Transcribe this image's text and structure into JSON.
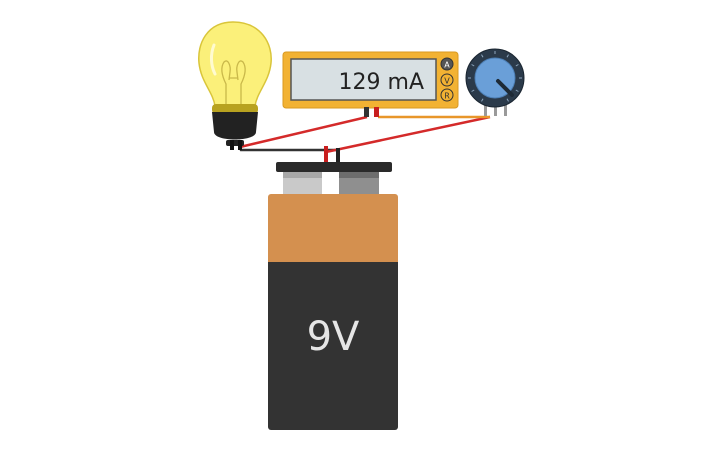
{
  "multimeter": {
    "reading": "129 mA",
    "modes": [
      "A",
      "V",
      "R"
    ],
    "active_mode": "A",
    "body_color": "#f2b233",
    "screen_color": "#d8e0e3"
  },
  "battery": {
    "label": "9V",
    "top_color": "#d4904f",
    "body_color": "#333333"
  },
  "bulb": {
    "glass_color": "#fbf07a",
    "base_color": "#222222"
  },
  "potentiometer": {
    "knob_color": "#6a9fd8",
    "ring_color": "#2b3a4a"
  },
  "wires": {
    "positive_color": "#d42a2a",
    "negative_color": "#333333",
    "signal_color": "#e8962a"
  }
}
